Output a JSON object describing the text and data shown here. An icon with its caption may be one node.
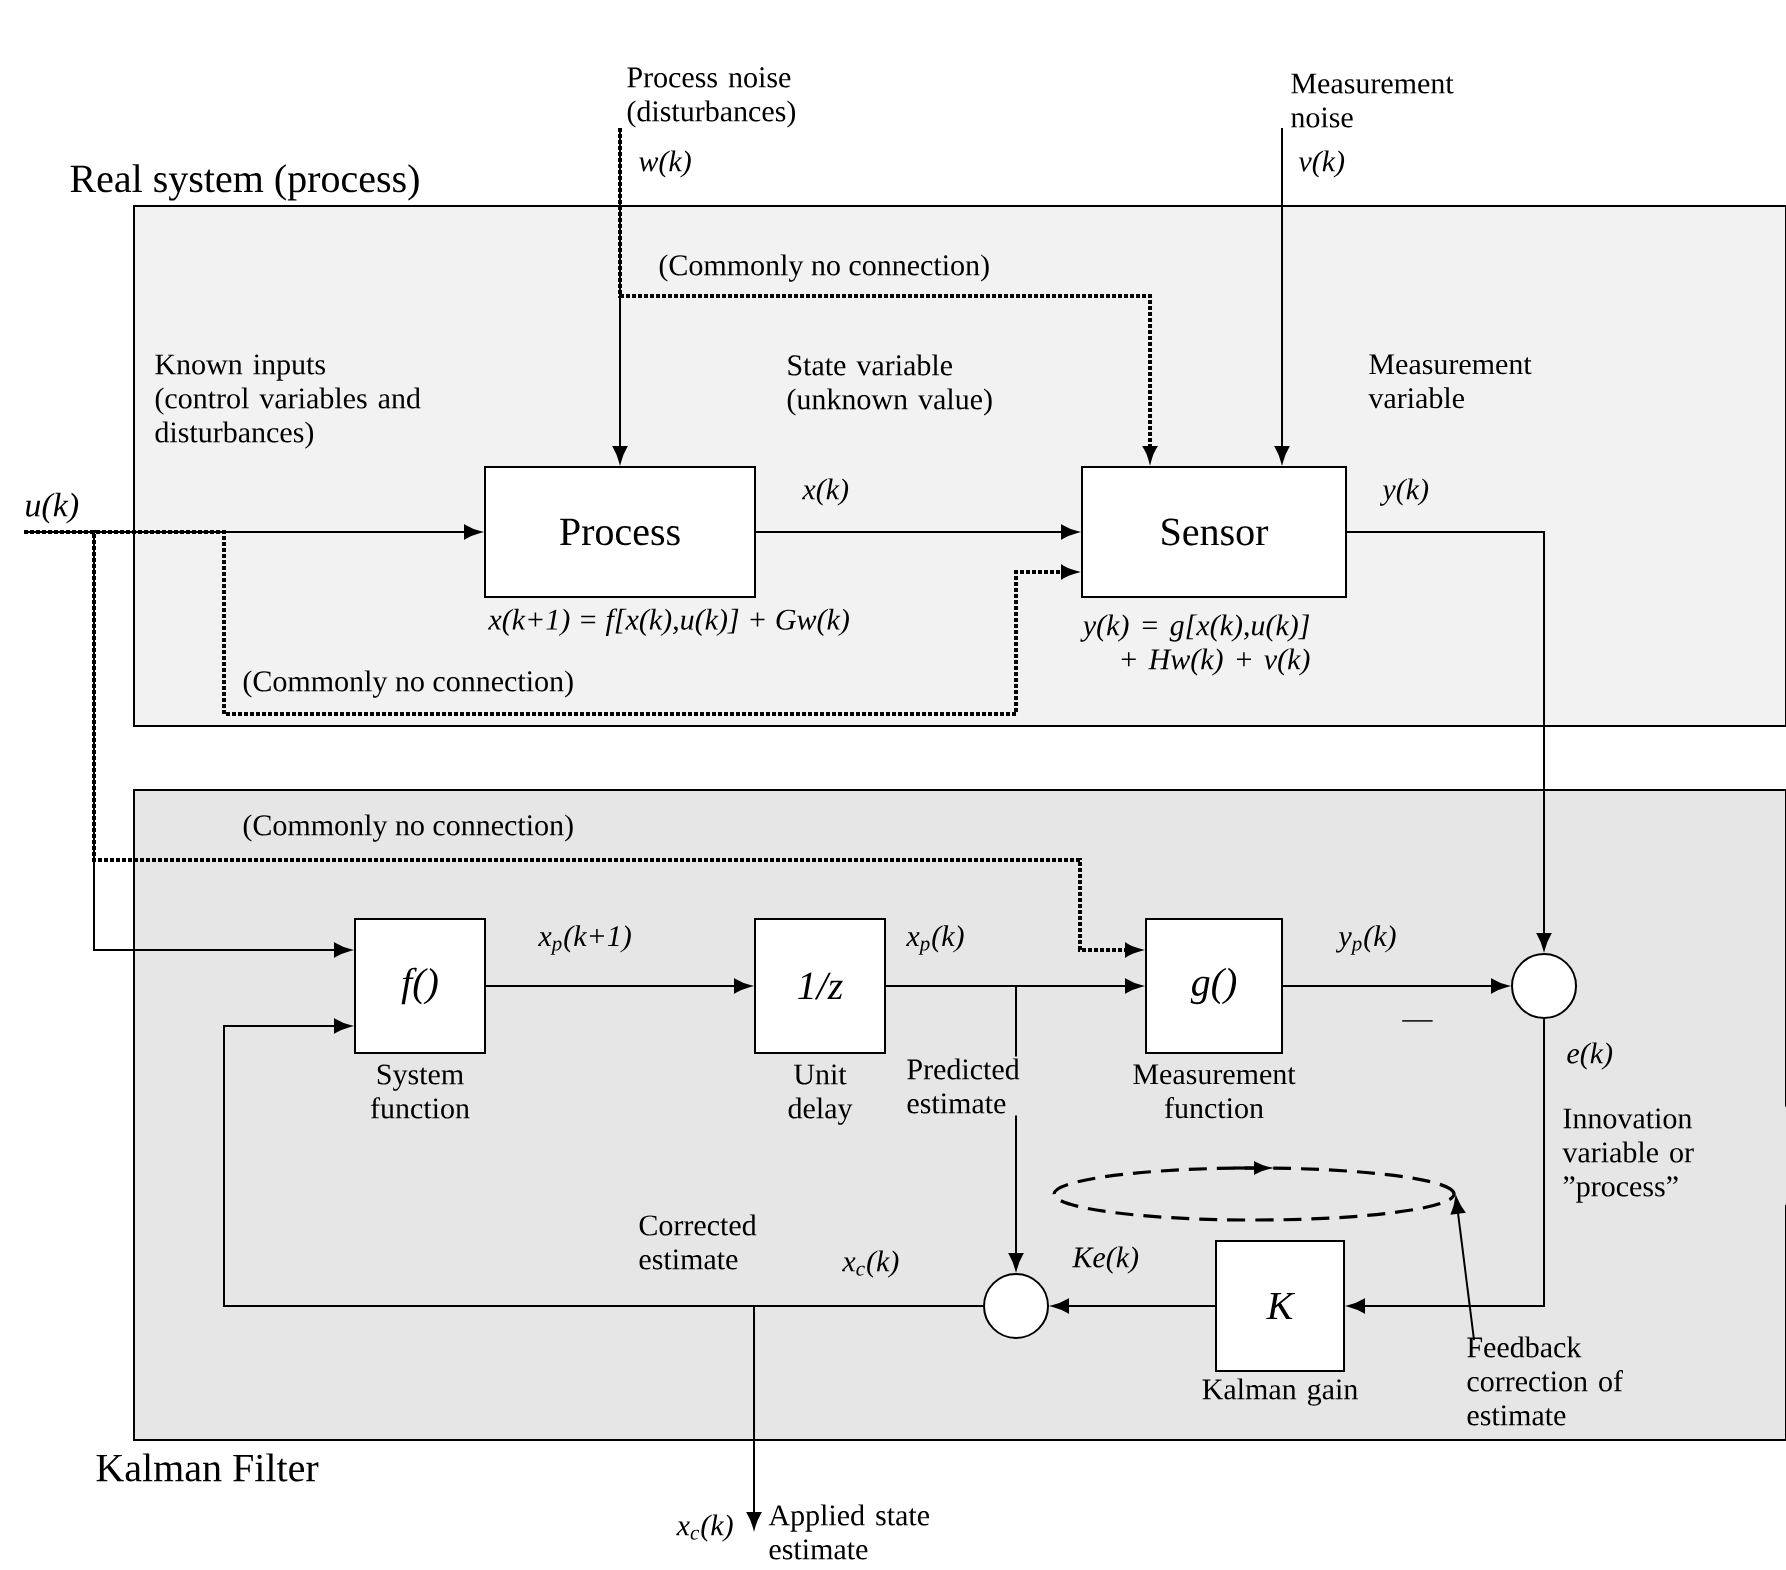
{
  "diagram": {
    "nodes": [
      {
        "text": [
          "Real system (process)"
        ]
      },
      {
        "text": [
          "Process"
        ],
        "in": 0,
        "beside": [
          "x(k+1) = f[x(k),u(k)] + Gw(k)"
        ]
      },
      {
        "text": [
          "Sensor"
        ],
        "in": 0,
        "beside": [
          "y(k) = g[x(k),u(k)] + Hw(k) + v(k)"
        ]
      },
      {
        "text": [
          "Kalman Filter"
        ]
      },
      {
        "text": [
          "f()"
        ],
        "in": 3,
        "beside": [
          "System function"
        ]
      },
      {
        "text": [
          "1/z"
        ],
        "in": 3,
        "beside": [
          "Unit delay"
        ]
      },
      {
        "text": [
          "g()"
        ],
        "in": 3,
        "beside": [
          "Measurement function"
        ]
      },
      {
        "text": [],
        "shape": "circle",
        "in": 3
      },
      {
        "text": [
          "K"
        ],
        "in": 3,
        "beside": [
          "Kalman gain"
        ]
      },
      {
        "text": [],
        "shape": "circle",
        "in": 3
      },
      {
        "text": [
          "Process noise (disturbances)"
        ]
      },
      {
        "text": [
          "Measurement noise"
        ]
      },
      {
        "text": [
          "u(k)"
        ]
      },
      {
        "text": [
          "Feedback correction of estimate"
        ],
        "in": 3
      },
      {
        "text": [],
        "shape": "ellipse",
        "in": 3
      },
      {
        "text": [
          "Applied state estimate"
        ]
      }
    ],
    "edges": [
      {
        "from": 10,
        "to": 1,
        "arrow": "to",
        "label": "w(k)"
      },
      {
        "from": 11,
        "to": 2,
        "arrow": "to",
        "label": "v(k)"
      },
      {
        "from": 12,
        "to": 1,
        "arrow": "to",
        "label": "Known inputs (control variables and disturbances)"
      },
      {
        "from": 1,
        "to": 2,
        "arrow": "to",
        "label": "x(k)"
      },
      {
        "from": 10,
        "to": 2,
        "arrow": "to",
        "style": "dashed",
        "label": "(Commonly no connection)"
      },
      {
        "from": 12,
        "to": 2,
        "arrow": "to",
        "style": "dashed",
        "label": "(Commonly no connection)"
      },
      {
        "from": 2,
        "to": 7,
        "arrow": "to",
        "label": "y(k)"
      },
      {
        "from": 12,
        "to": 4,
        "arrow": "to"
      },
      {
        "from": 12,
        "to": 6,
        "arrow": "to",
        "style": "dashed",
        "label": "(Commonly no connection)"
      },
      {
        "from": 4,
        "to": 5,
        "arrow": "to",
        "label": "x$_{p}$(k+1)"
      },
      {
        "from": 5,
        "to": 6,
        "arrow": "to",
        "label": "x$_{p}$(k)"
      },
      {
        "from": 5,
        "to": 9,
        "arrow": "to"
      },
      {
        "from": 6,
        "to": 7,
        "arrow": "to",
        "label": "y$_{p}$(k)"
      },
      {
        "from": 7,
        "to": 8,
        "arrow": "to"
      },
      {
        "from": 8,
        "to": 9,
        "arrow": "to",
        "label": "Ke(k)"
      },
      {
        "from": 9,
        "to": 4,
        "arrow": "to",
        "label": "x$_{c}$(k)"
      },
      {
        "from": 9,
        "to": 15,
        "arrow": "to",
        "label": "x$_{c}$(k)"
      },
      {
        "from": 13,
        "to": 14,
        "arrow": "to"
      }
    ],
    "labels": [
      "State variable (unknown value)",
      "Measurement variable",
      "Predicted estimate",
      "Corrected estimate",
      "—",
      "e(k)",
      "Innovation variable or ”process”"
    ]
  }
}
